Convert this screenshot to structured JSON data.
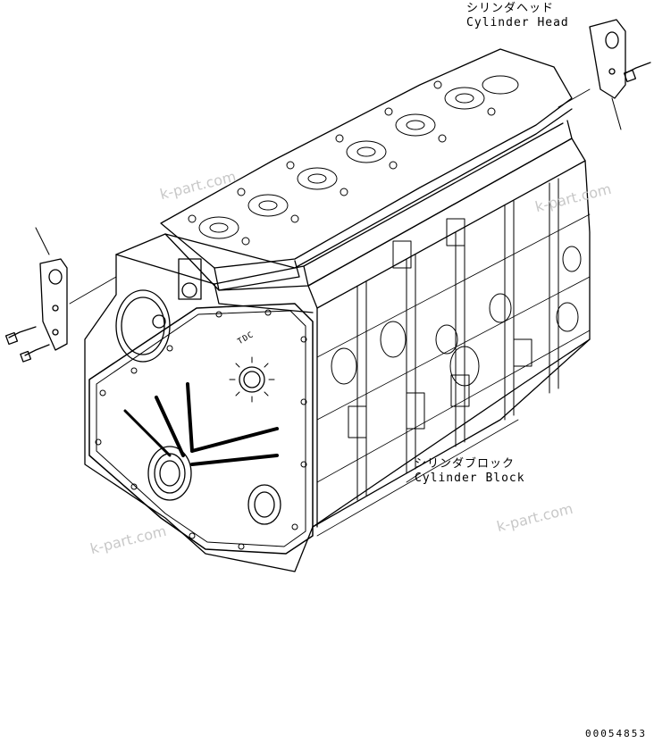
{
  "labels": {
    "cylinder_head_jp": "シリンダヘッド",
    "cylinder_head_en": "Cylinder Head",
    "cylinder_block_jp": "シリンダブロック",
    "cylinder_block_en": "Cylinder Block",
    "tdc_mark": "TDC"
  },
  "watermarks": [
    "k-part.com",
    "k-part.com",
    "k-part.com",
    "k-part.com"
  ],
  "drawing_number": "00054853"
}
